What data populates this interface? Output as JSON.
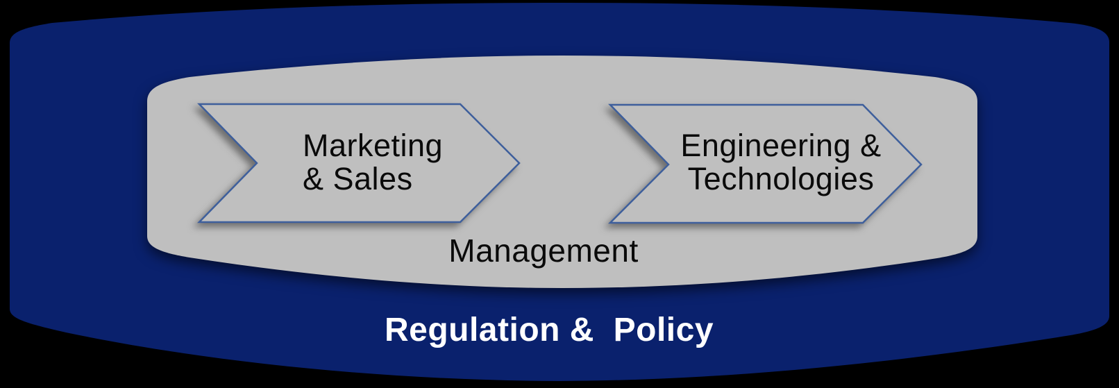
{
  "theme": {
    "background": "#000000",
    "band_navy": "#0a216d",
    "band_gray": "#bfbfbf",
    "chevron_outline": "#3e5f9c",
    "chevron_fill": "#bfbfbf",
    "text_dark": "#0a0a0a",
    "text_light": "#ffffff"
  },
  "diagram": {
    "chevrons": [
      {
        "id": "marketing-sales",
        "label": "Marketing\n& Sales"
      },
      {
        "id": "engineering-technologies",
        "label": "Engineering &\nTechnologies"
      }
    ],
    "management_label": "Management",
    "regulation_label": "Regulation &  Policy"
  }
}
